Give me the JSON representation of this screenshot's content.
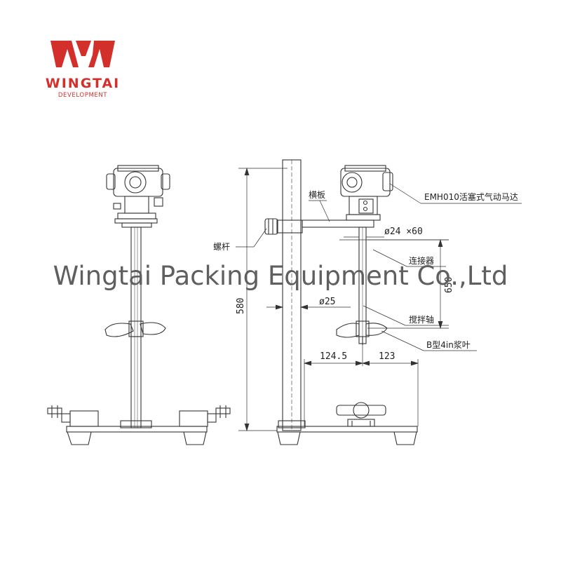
{
  "logo": {
    "brand": "WINGTAI",
    "tagline": "DEVELOPMENT",
    "color": "#d4302b"
  },
  "watermark": {
    "text": "Wingtai Packing Equipment Co.,Ltd",
    "color": "#5f5f5f"
  },
  "labels": {
    "motor": "EMH010活塞式气动马达",
    "crossbar": "横板",
    "screw": "螺杆",
    "connector": "连接器",
    "shaft": "搅拌轴",
    "impeller": "B型4in浆叶"
  },
  "dimensions": {
    "height": "580",
    "connector_size": "ø24 ×60",
    "shaft_length": "650",
    "column_dia": "ø25",
    "left_offset": "124.5",
    "right_offset": "123"
  }
}
